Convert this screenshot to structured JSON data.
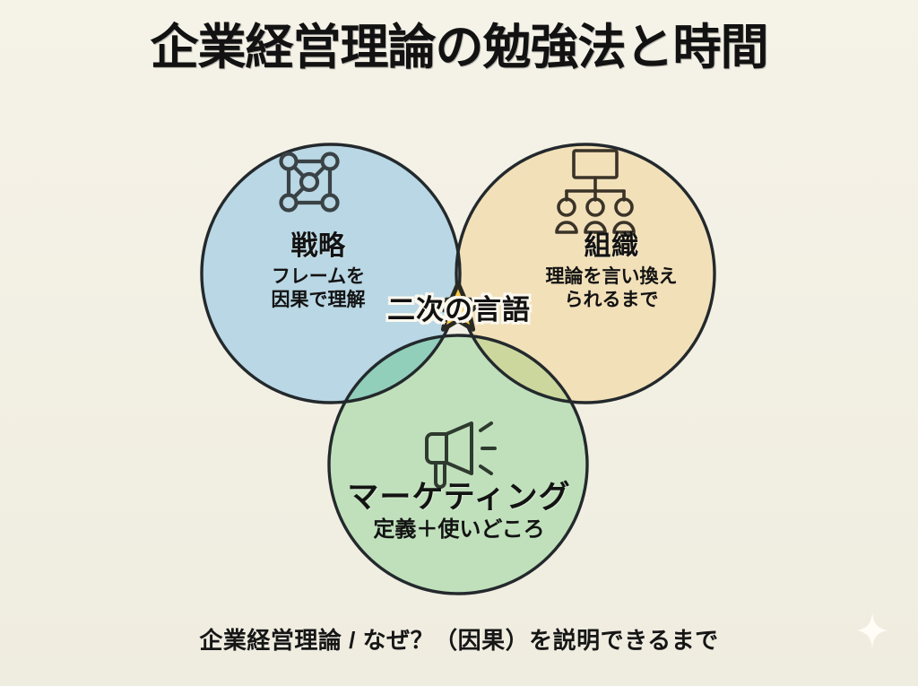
{
  "page": {
    "title": "企業経営理論の勉強法と時間",
    "caption": "企業経営理論 / なぜ？（因果）を説明できるまで",
    "background_color": "#f3f0e5",
    "ink_color": "#262b2e"
  },
  "venn": {
    "type": "three-circle-venn",
    "circles": [
      {
        "id": "strategy",
        "title": "戦略",
        "subtitle_line1": "フレームを",
        "subtitle_line2": "因果で理解",
        "icon": "network-nodes-icon",
        "fill_color": "#b9d7e4",
        "stroke_color": "#22282b",
        "position": "top-left"
      },
      {
        "id": "organization",
        "title": "組織",
        "subtitle_line1": "理論を言い換え",
        "subtitle_line2": "られるまで",
        "icon": "org-chart-icon",
        "fill_color": "#f2e0b9",
        "stroke_color": "#22282b",
        "position": "top-right"
      },
      {
        "id": "marketing",
        "title": "マーケティング",
        "subtitle_line1": "定義＋使いどころ",
        "subtitle_line2": "",
        "icon": "megaphone-icon",
        "fill_color": "#bfe0bb",
        "stroke_color": "#22282b",
        "position": "bottom-center"
      }
    ],
    "overlaps": {
      "strategy_organization": "#c4c7ab",
      "strategy_marketing": "#91cfbb",
      "organization_marketing": "#ccd79e",
      "all_three": "#a9c5a4"
    },
    "center": {
      "label": "二次の言語",
      "icon": "star-icon",
      "star_color": "#f7c948",
      "star_outline_color": "#2a2a24",
      "label_outline_color": "#fbf8ef"
    }
  },
  "decoration": {
    "corner_mark": "sparkle-icon",
    "corner_mark_color": "#fffdf6"
  }
}
